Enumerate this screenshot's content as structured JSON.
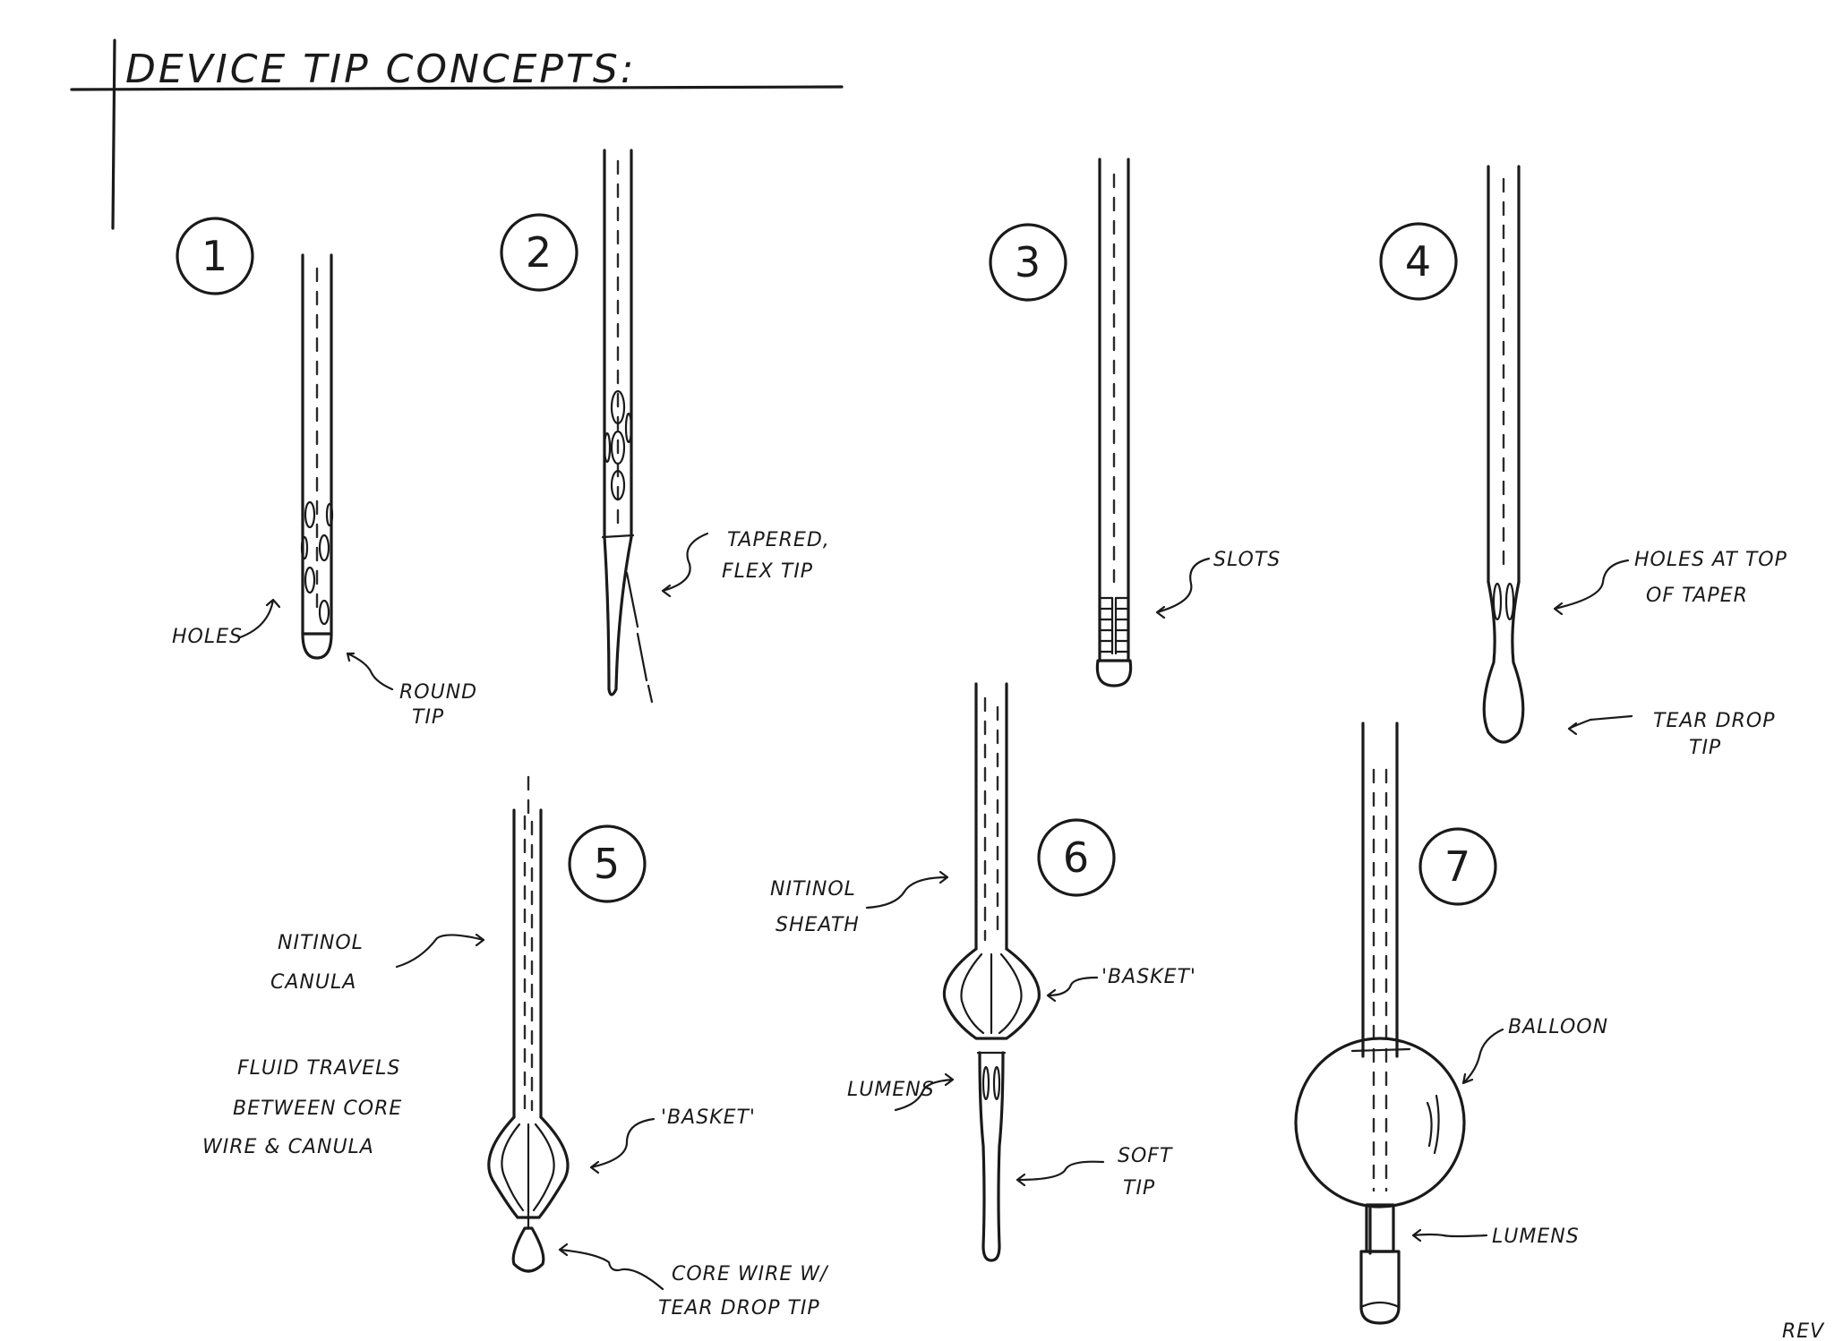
{
  "title": "DEVICE TIP CONCEPTS:",
  "concepts": [
    {
      "number": "1",
      "labels": [
        "HOLES",
        "ROUND",
        "TIP"
      ]
    },
    {
      "number": "2",
      "labels": [
        "TAPERED,",
        "FLEX TIP"
      ]
    },
    {
      "number": "3",
      "labels": [
        "SLOTS"
      ]
    },
    {
      "number": "4",
      "labels": [
        "HOLES AT TOP",
        "OF TAPER",
        "TEAR DROP",
        "TIP"
      ]
    },
    {
      "number": "5",
      "labels": [
        "NITINOL",
        "CANULA",
        "FLUID TRAVELS",
        "BETWEEN CORE",
        "WIRE & CANULA",
        "'BASKET'",
        "CORE WIRE W/",
        "TEAR DROP TIP"
      ]
    },
    {
      "number": "6",
      "labels": [
        "NITINOL",
        "SHEATH",
        "'BASKET'",
        "LUMENS",
        "SOFT",
        "TIP"
      ]
    },
    {
      "number": "7",
      "labels": [
        "BALLOON",
        "LUMENS"
      ]
    }
  ],
  "corner_note": "REV"
}
